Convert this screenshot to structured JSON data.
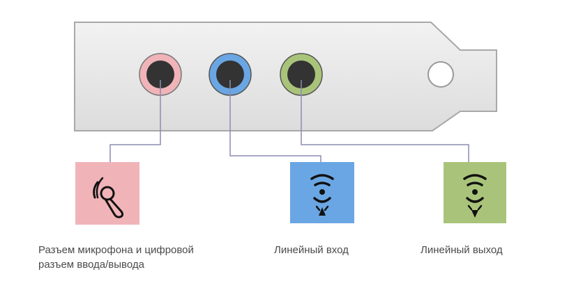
{
  "colors": {
    "mic": "#f0b4b8",
    "line_in": "#6aa6e4",
    "line_out": "#a9c47a",
    "bracket": "#e6e6e6",
    "connector": "#8c8cb4"
  },
  "ports": [
    {
      "id": "mic",
      "label": "Разъем микрофона и цифровой разъем ввода/вывода",
      "label_line1": "Разъем микрофона и цифровой",
      "label_line2": "разъем ввода/вывода",
      "icon": "microphone-icon"
    },
    {
      "id": "line_in",
      "label": "Линейный вход",
      "icon": "line-in-icon"
    },
    {
      "id": "line_out",
      "label": "Линейный выход",
      "icon": "line-out-icon"
    }
  ]
}
